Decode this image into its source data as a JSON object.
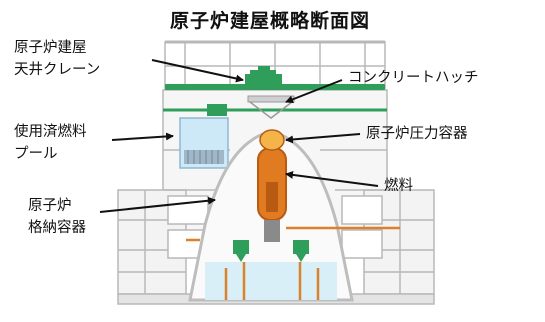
{
  "title": "原子炉建屋概略断面図",
  "labels": {
    "crane": [
      "原子炉建屋",
      "天井クレーン"
    ],
    "hatch": "コンクリートハッチ",
    "pool": [
      "使用済燃料",
      "プール"
    ],
    "rpv": "原子炉圧力容器",
    "fuel": "燃料",
    "containment": [
      "原子炉",
      "格納容器"
    ]
  },
  "colors": {
    "building_fill": "#f2f2f2",
    "building_line": "#b8b8b8",
    "crane_green": "#2e9e5a",
    "pool_blue": "#cde9f7",
    "rpv_orange": "#e07b22",
    "rpv_dark": "#b85a12",
    "water_blue": "#d8eff8",
    "pipe_orange": "#d9822b",
    "containment_line": "#bdbdbd"
  }
}
